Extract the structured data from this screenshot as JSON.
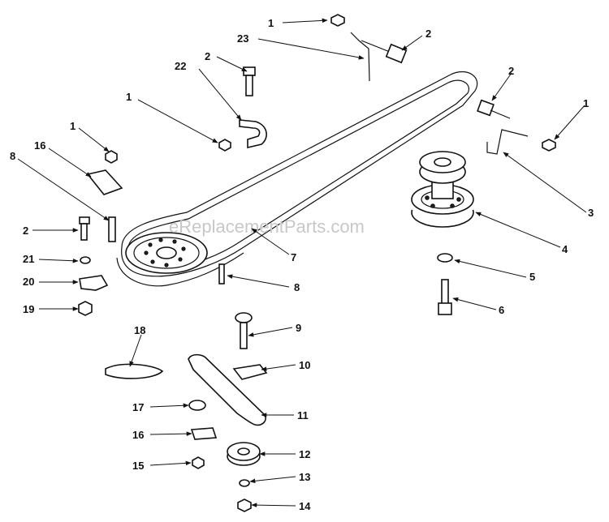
{
  "watermark": "eReplacementParts.com",
  "callouts": [
    {
      "id": "c1a",
      "label": "1"
    },
    {
      "id": "c23",
      "label": "23"
    },
    {
      "id": "c2a",
      "label": "2"
    },
    {
      "id": "c2b",
      "label": "2"
    },
    {
      "id": "c22",
      "label": "22"
    },
    {
      "id": "c1b",
      "label": "1"
    },
    {
      "id": "c2c",
      "label": "2"
    },
    {
      "id": "c1c",
      "label": "1"
    },
    {
      "id": "c1d",
      "label": "1"
    },
    {
      "id": "c16a",
      "label": "16"
    },
    {
      "id": "c8a",
      "label": "8"
    },
    {
      "id": "c3",
      "label": "3"
    },
    {
      "id": "c2d",
      "label": "2"
    },
    {
      "id": "c4",
      "label": "4"
    },
    {
      "id": "c21",
      "label": "21"
    },
    {
      "id": "c7",
      "label": "7"
    },
    {
      "id": "c5",
      "label": "5"
    },
    {
      "id": "c20",
      "label": "20"
    },
    {
      "id": "c8b",
      "label": "8"
    },
    {
      "id": "c6",
      "label": "6"
    },
    {
      "id": "c19",
      "label": "19"
    },
    {
      "id": "c18",
      "label": "18"
    },
    {
      "id": "c9",
      "label": "9"
    },
    {
      "id": "c10",
      "label": "10"
    },
    {
      "id": "c17",
      "label": "17"
    },
    {
      "id": "c11",
      "label": "11"
    },
    {
      "id": "c16b",
      "label": "16"
    },
    {
      "id": "c12",
      "label": "12"
    },
    {
      "id": "c15",
      "label": "15"
    },
    {
      "id": "c13",
      "label": "13"
    },
    {
      "id": "c14",
      "label": "14"
    }
  ]
}
